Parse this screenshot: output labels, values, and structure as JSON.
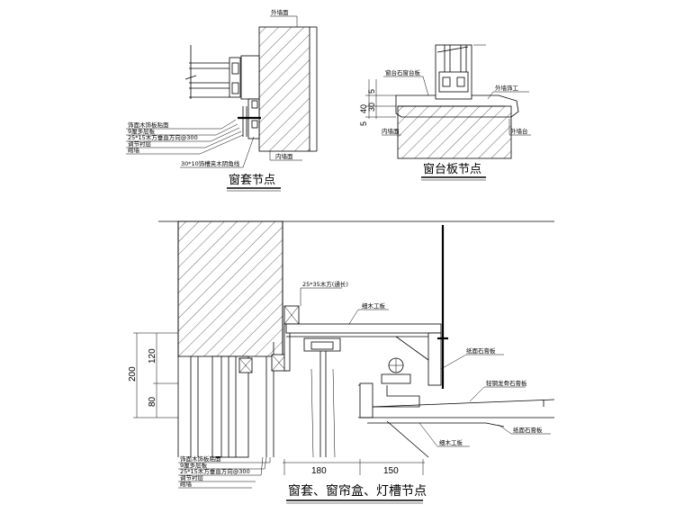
{
  "detail1": {
    "title": "窗套节点",
    "labels": {
      "outer_wall": "外墙面",
      "inner_wall": "内墙面",
      "veneer": "饰面木饰板贴面",
      "plywood": "9厘多层板",
      "batten": "25*15木方垂直方向@300",
      "leveling": "调节衬层",
      "masonry": "砌墙",
      "shadow_line": "30*10饰槽夹木阴角线"
    }
  },
  "detail2": {
    "title": "窗台板节点",
    "labels": {
      "sill_board": "窗台石窗台板",
      "outer_finish": "外墙饰工",
      "inner_wall": "内墙面",
      "outer_sill": "外墙台"
    },
    "dims": [
      "5",
      "30",
      "40",
      "5"
    ]
  },
  "detail3": {
    "title": "窗套、窗帘盒、灯槽节点",
    "labels": {
      "timber": "25*35木方(通长)",
      "wood_board_top": "细木工板",
      "gypsum_board_1": "纸面石膏板",
      "keel_gypsum": "轻钢龙骨石膏板",
      "wood_board_bottom": "细木工板",
      "gypsum_board_2": "纸面石膏板",
      "veneer": "饰面木饰板贴面",
      "plywood": "9厘多层板",
      "batten": "25*15木方垂直方向@300",
      "leveling": "调节衬层",
      "masonry": "砌墙"
    },
    "dims_vertical": [
      "200",
      "120",
      "80"
    ],
    "dims_horizontal": [
      "180",
      "150"
    ]
  }
}
